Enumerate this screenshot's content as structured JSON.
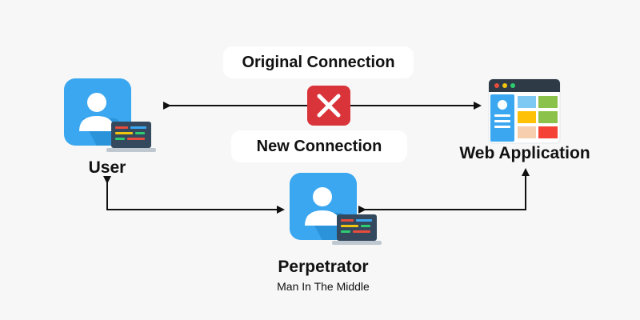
{
  "labels": {
    "original_connection": "Original Connection",
    "new_connection": "New Connection",
    "user": "User",
    "web_application": "Web Application",
    "perpetrator": "Perpetrator",
    "perpetrator_sub": "Man In The Middle"
  },
  "colors": {
    "background": "#f7f7f7",
    "pill": "#ffffff",
    "avatar_tile": "#3aa7f0",
    "avatar_shadow": "#1f86cc",
    "laptop_body": "#34495e",
    "laptop_base": "#bfc8d0",
    "blocked": "#d9343a",
    "arrow": "#111111",
    "browser_bar": "#2e3b47",
    "browser_body": "#ffffff",
    "browser_tiles": [
      "#7ec8f4",
      "#8bc34a",
      "#ffc107",
      "#8bc34a",
      "#f8cfae",
      "#f44336"
    ]
  },
  "icons": {
    "user": "user-avatar-laptop-icon",
    "perpetrator": "user-avatar-laptop-icon",
    "web_application": "web-browser-window-icon",
    "blocked": "blocked-x-icon"
  }
}
